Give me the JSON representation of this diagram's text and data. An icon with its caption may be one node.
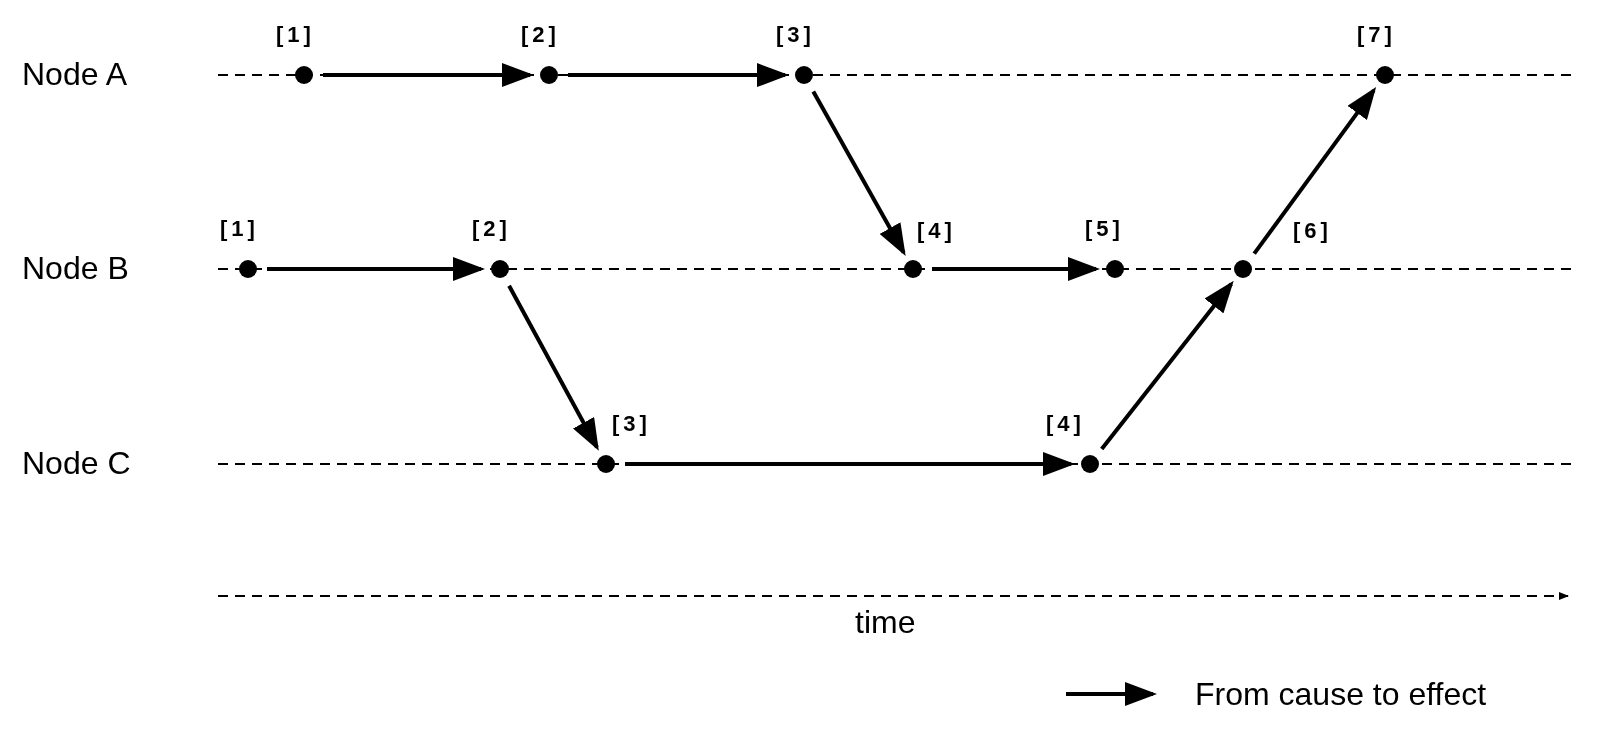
{
  "diagram": {
    "nodes": [
      {
        "text": [],
        "shape": "circle",
        "beside": [
          "[1]"
        ]
      },
      {
        "text": [],
        "shape": "circle",
        "beside": [
          "[2]"
        ]
      },
      {
        "text": [],
        "shape": "circle",
        "beside": [
          "[3]"
        ]
      },
      {
        "text": [],
        "shape": "circle",
        "beside": [
          "[7]"
        ]
      },
      {
        "text": [],
        "shape": "circle",
        "beside": [
          "[1]"
        ]
      },
      {
        "text": [],
        "shape": "circle",
        "beside": [
          "[2]"
        ]
      },
      {
        "text": [],
        "shape": "circle",
        "beside": [
          "[4]"
        ]
      },
      {
        "text": [],
        "shape": "circle",
        "beside": [
          "[5]"
        ]
      },
      {
        "text": [],
        "shape": "circle",
        "beside": [
          "[6]"
        ]
      },
      {
        "text": [],
        "shape": "circle",
        "beside": [
          "[3]"
        ]
      },
      {
        "text": [],
        "shape": "circle",
        "beside": [
          "[4]"
        ]
      }
    ],
    "edges": [
      {
        "from": 0,
        "to": 1,
        "arrow": "to"
      },
      {
        "from": 1,
        "to": 2,
        "arrow": "to"
      },
      {
        "from": 2,
        "to": 6,
        "arrow": "to"
      },
      {
        "from": 4,
        "to": 5,
        "arrow": "to"
      },
      {
        "from": 5,
        "to": 9,
        "arrow": "to"
      },
      {
        "from": 6,
        "to": 7,
        "arrow": "to"
      },
      {
        "from": 9,
        "to": 10,
        "arrow": "to"
      },
      {
        "from": 10,
        "to": 8,
        "arrow": "to"
      },
      {
        "from": 8,
        "to": 3,
        "arrow": "to"
      }
    ],
    "labels": [
      "Node A",
      "Node B",
      "Node C",
      "time"
    ],
    "legend": [
      {
        "text": "From cause to effect"
      }
    ]
  }
}
